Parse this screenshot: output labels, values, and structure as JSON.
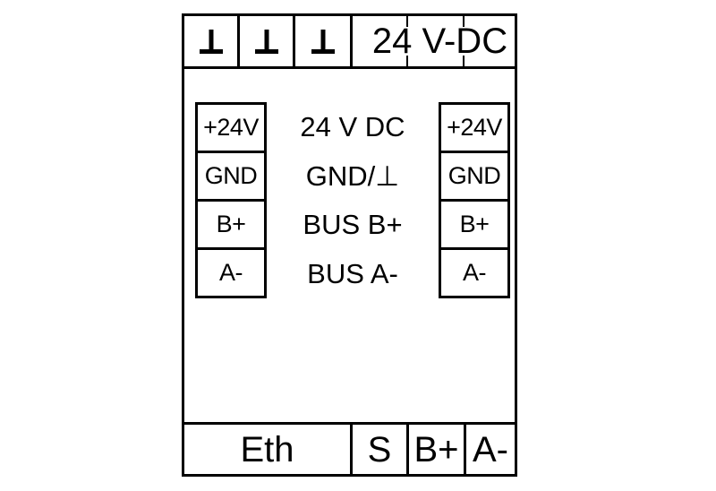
{
  "colors": {
    "background": "#ffffff",
    "line": "#000000",
    "text": "#000000"
  },
  "device": {
    "top_row": {
      "ground_terminals": [
        {
          "symbol": "⊥"
        },
        {
          "symbol": "⊥"
        },
        {
          "symbol": "⊥"
        }
      ],
      "power_label": "24 V-DC"
    },
    "terminal_block_left": {
      "cells": [
        "+24V",
        "GND",
        "B+",
        "A-"
      ]
    },
    "terminal_block_right": {
      "cells": [
        "+24V",
        "GND",
        "B+",
        "A-"
      ]
    },
    "center_labels": [
      "24 V DC",
      "GND/⊥",
      "BUS B+",
      "BUS A-"
    ],
    "bottom_row": [
      "Eth",
      "S",
      "B+",
      "A-"
    ]
  }
}
